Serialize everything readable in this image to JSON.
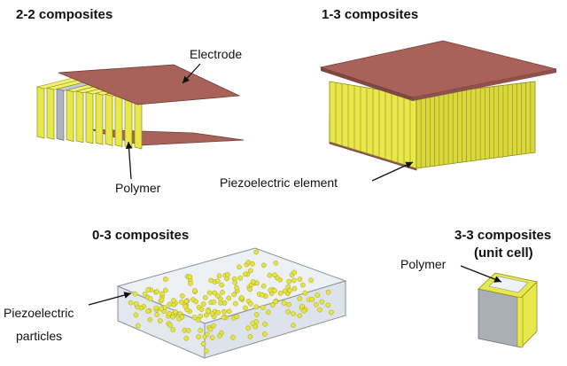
{
  "panels": {
    "p22": {
      "title": "2-2 composites",
      "label_electrode": "Electrode",
      "label_polymer": "Polymer"
    },
    "p13": {
      "title": "1-3 composites",
      "label_element": "Piezoelectric element"
    },
    "p03": {
      "title": "0-3 composites",
      "label_particles_line1": "Piezoelectric",
      "label_particles_line2": "particles"
    },
    "p33": {
      "title_line1": "3-3 composites",
      "title_line2": "(unit cell)",
      "label_polymer": "Polymer"
    }
  },
  "colors": {
    "electrode": "#a8625a",
    "electrode_dark": "#7e4842",
    "piezo_yellow": "#e8e84a",
    "piezo_dark": "#b9b92a",
    "polymer_gray": "#c7ccd1",
    "polymer_dark": "#8f959b",
    "matrix_fill": "#e6ebf0",
    "particle": "#e6e23e"
  }
}
